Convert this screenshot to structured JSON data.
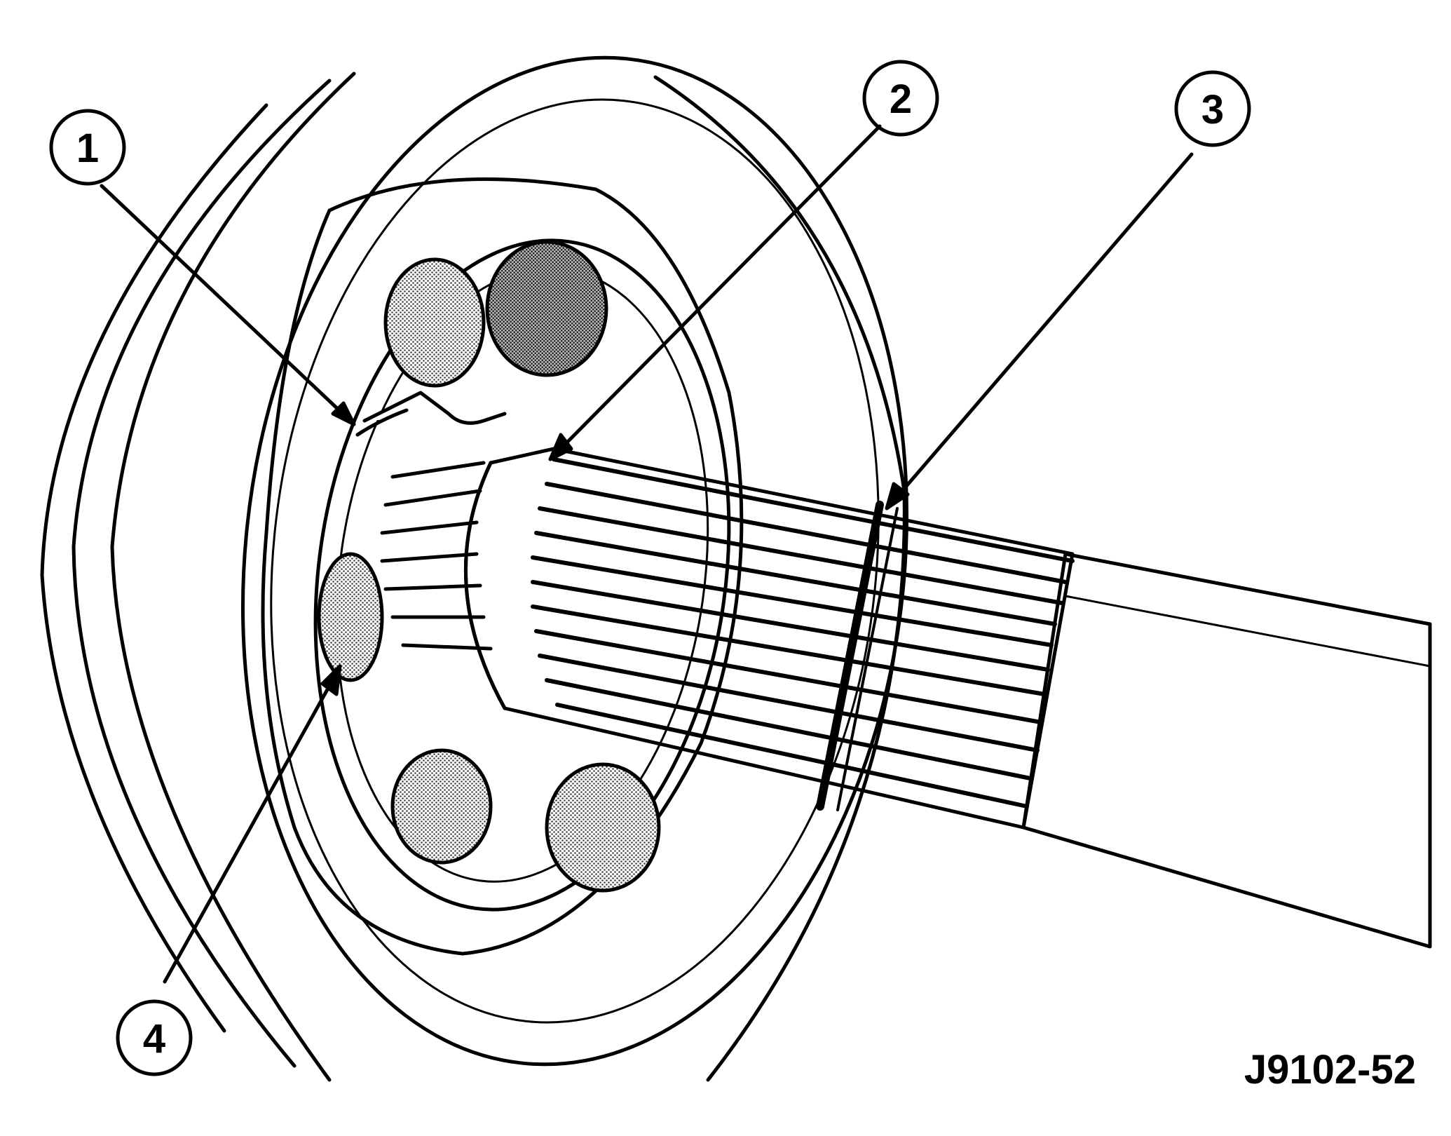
{
  "figure": {
    "id_label": "J9102-52",
    "callouts": [
      {
        "number": "1",
        "label": ""
      },
      {
        "number": "2",
        "label": ""
      },
      {
        "number": "3",
        "label": ""
      },
      {
        "number": "4",
        "label": ""
      }
    ]
  },
  "colors": {
    "ink": "#000000",
    "paper": "#ffffff",
    "screen_tone": "#9a9a9a"
  }
}
